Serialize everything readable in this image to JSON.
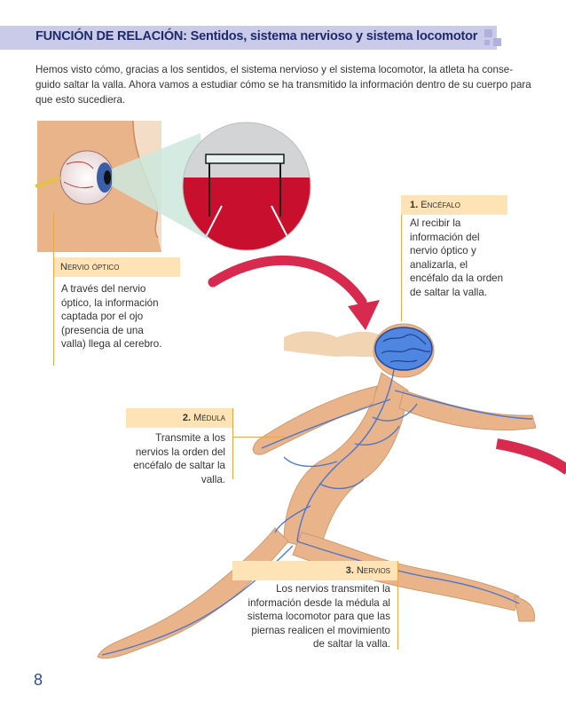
{
  "header": {
    "title": "FUNCIÓN DE RELACIÓN: Sentidos, sistema nervioso y sistema locomotor"
  },
  "intro": "Hemos visto cómo, gracias a los sentidos, el sistema nervioso y el sistema locomotor, la atleta ha conse-guido saltar la valla. Ahora vamos a estudiar cómo se ha transmitido la información dentro de su cuerpo para que esto sucediera.",
  "callouts": {
    "optic": {
      "title": "Nervio óptico",
      "text": "A través del nervio óptico, la información captada por el ojo (presencia de una valla) llega al cerebro."
    },
    "brain": {
      "number": "1.",
      "title": "Encéfalo",
      "text": "Al recibir la información del nervio óptico y analizarla, el encéfalo da la orden de saltar la valla."
    },
    "spinal": {
      "number": "2.",
      "title": "Médula",
      "text": "Transmite a los nervios la orden del encéfalo de saltar la valla."
    },
    "nerves": {
      "number": "3.",
      "title": "Nervios",
      "text": "Los nervios transmiten la información desde la médula al sistema locomotor para que las piernas realicen el movimiento de saltar la valla."
    }
  },
  "page_number": "8",
  "colors": {
    "header_bar": "#c9cbe8",
    "title_text": "#1f2a6b",
    "label_bg": "#fde3b6",
    "skin": "#e9b48a",
    "nerve_blue": "#3f6fd0",
    "arrow_red": "#d8294e"
  }
}
